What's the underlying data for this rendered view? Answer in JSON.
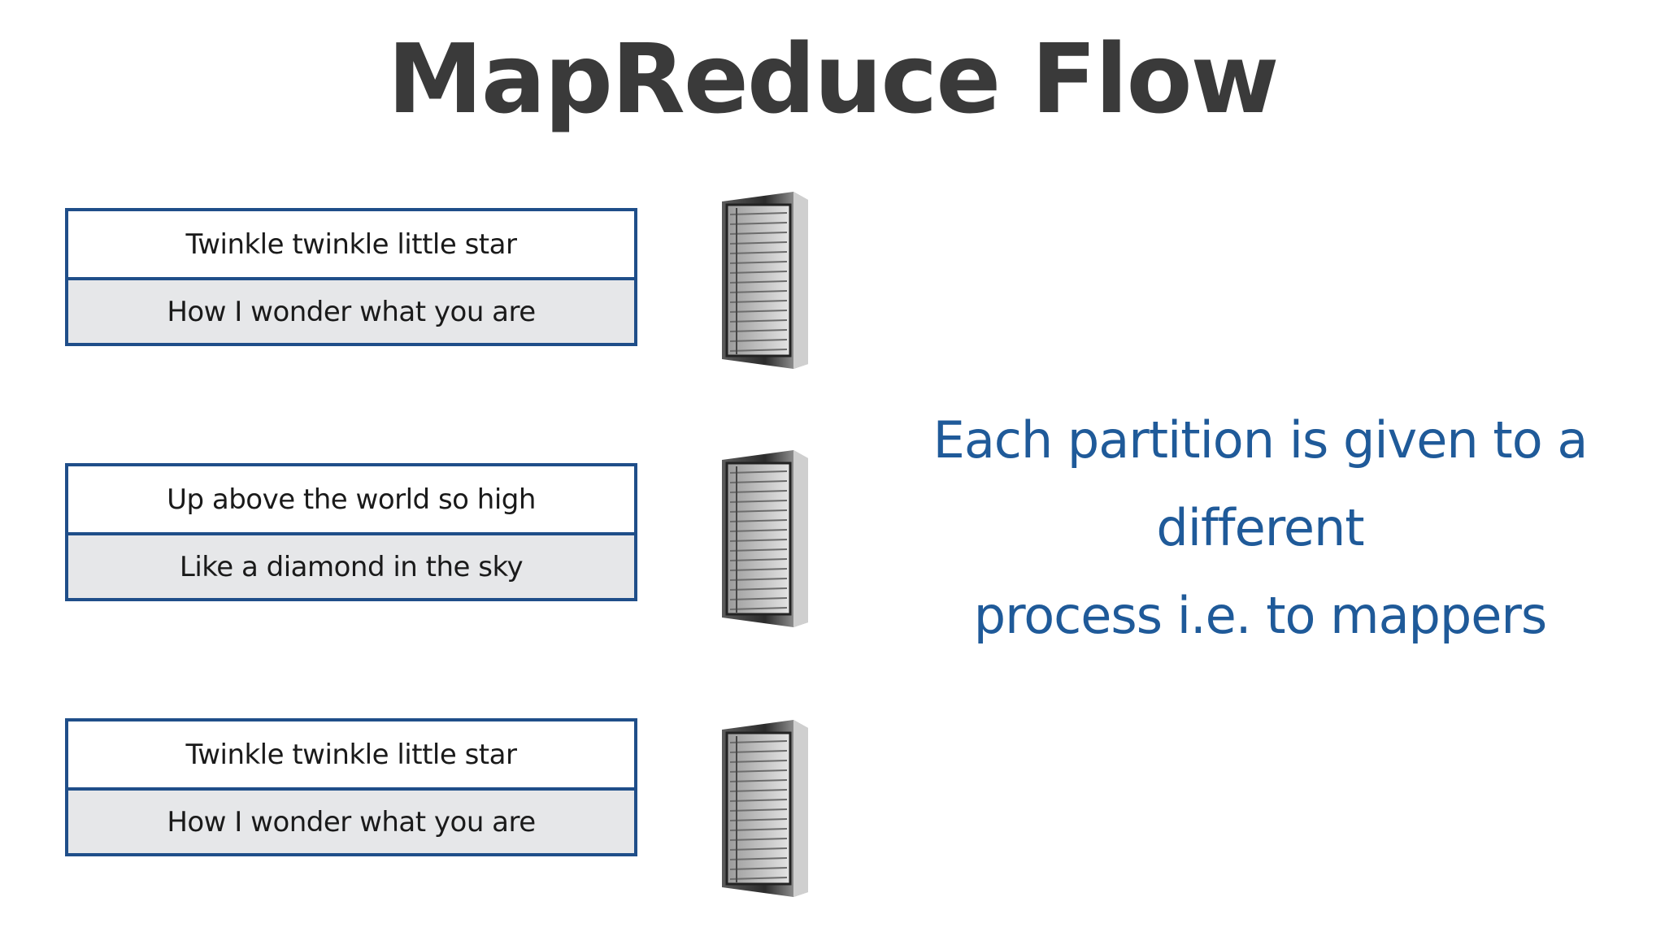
{
  "title": "MapReduce Flow",
  "partitions": [
    {
      "line1": "Twinkle twinkle little star",
      "line2": "How I wonder what you are"
    },
    {
      "line1": "Up above the world so high",
      "line2": "Like a diamond in the sky"
    },
    {
      "line1": "Twinkle twinkle little star",
      "line2": "How I wonder what you are"
    }
  ],
  "caption": {
    "line1": "Each partition is given to a different",
    "line2": "process i.e. to mappers"
  },
  "colors": {
    "title": "#3a3a3a",
    "border": "#1f4e89",
    "row_alt": "#e6e7e9",
    "caption": "#1f5a99"
  },
  "icons": [
    "server-icon",
    "server-icon",
    "server-icon"
  ]
}
